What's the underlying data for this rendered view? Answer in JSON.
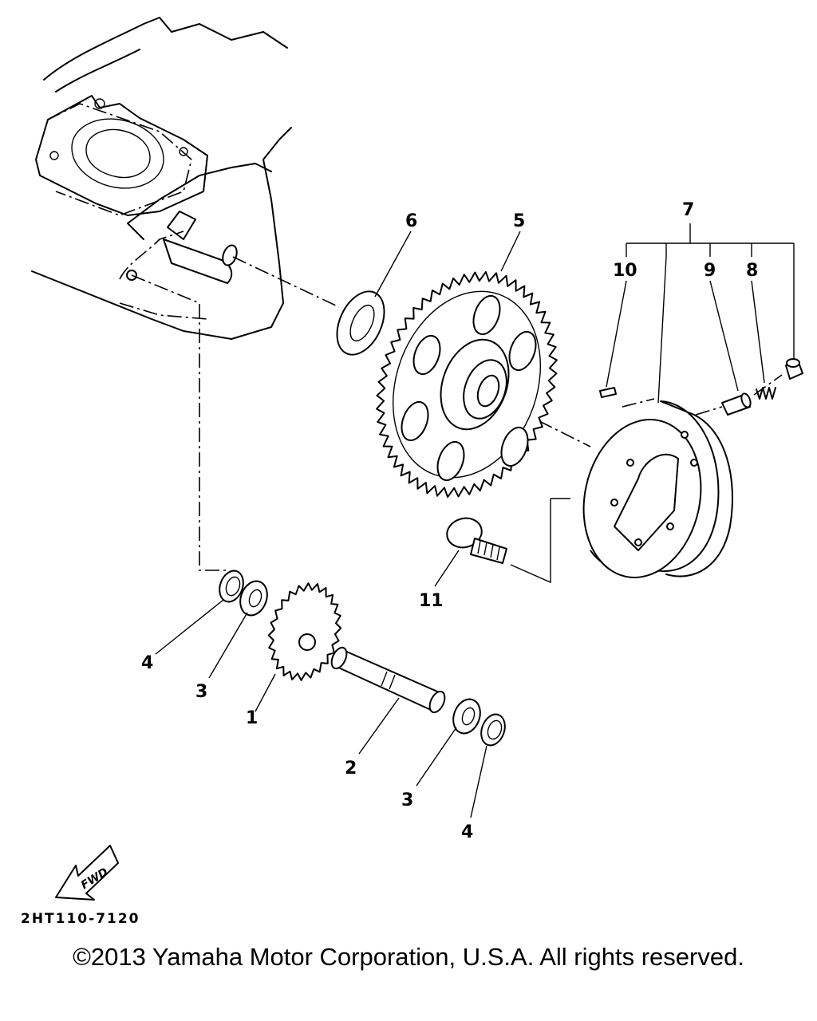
{
  "diagram": {
    "drawing_number": "2HT110-7120",
    "fwd_label": "FWD",
    "callouts": {
      "p1": "1",
      "p2": "2",
      "p3a": "3",
      "p3b": "3",
      "p4a": "4",
      "p4b": "4",
      "p5": "5",
      "p6": "6",
      "p7": "7",
      "p8": "8",
      "p9": "9",
      "p10": "10",
      "p11": "11"
    }
  },
  "footer": {
    "copyright": "©2013 Yamaha Motor Corporation, U.S.A. All rights reserved."
  }
}
